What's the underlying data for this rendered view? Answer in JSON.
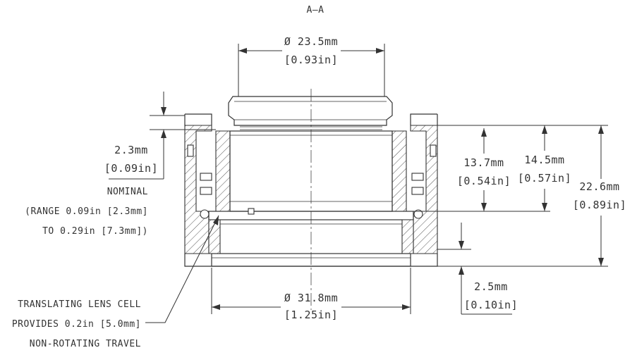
{
  "section_label": "A—A",
  "dimensions": {
    "top_dia_mm": "Ø 23.5mm",
    "top_dia_in": "[0.93in]",
    "bottom_dia_mm": "Ø 31.8mm",
    "bottom_dia_in": "[1.25in]",
    "travel_mm": "13.7mm",
    "travel_in": "[0.54in]",
    "inner_height_mm": "14.5mm",
    "inner_height_in": "[0.57in]",
    "total_height_mm": "22.6mm",
    "total_height_in": "[0.89in]",
    "bottom_offset_mm": "2.5mm",
    "bottom_offset_in": "[0.10in]",
    "left_offset_mm": "2.3mm",
    "left_offset_in": "[0.09in]"
  },
  "notes": {
    "nominal": [
      "NOMINAL",
      "(RANGE 0.09in [2.3mm]",
      "TO 0.29in [7.3mm])"
    ],
    "lens_cell": [
      "TRANSLATING LENS CELL",
      "PROVIDES 0.2in [5.0mm]",
      "NON-ROTATING TRAVEL"
    ]
  }
}
